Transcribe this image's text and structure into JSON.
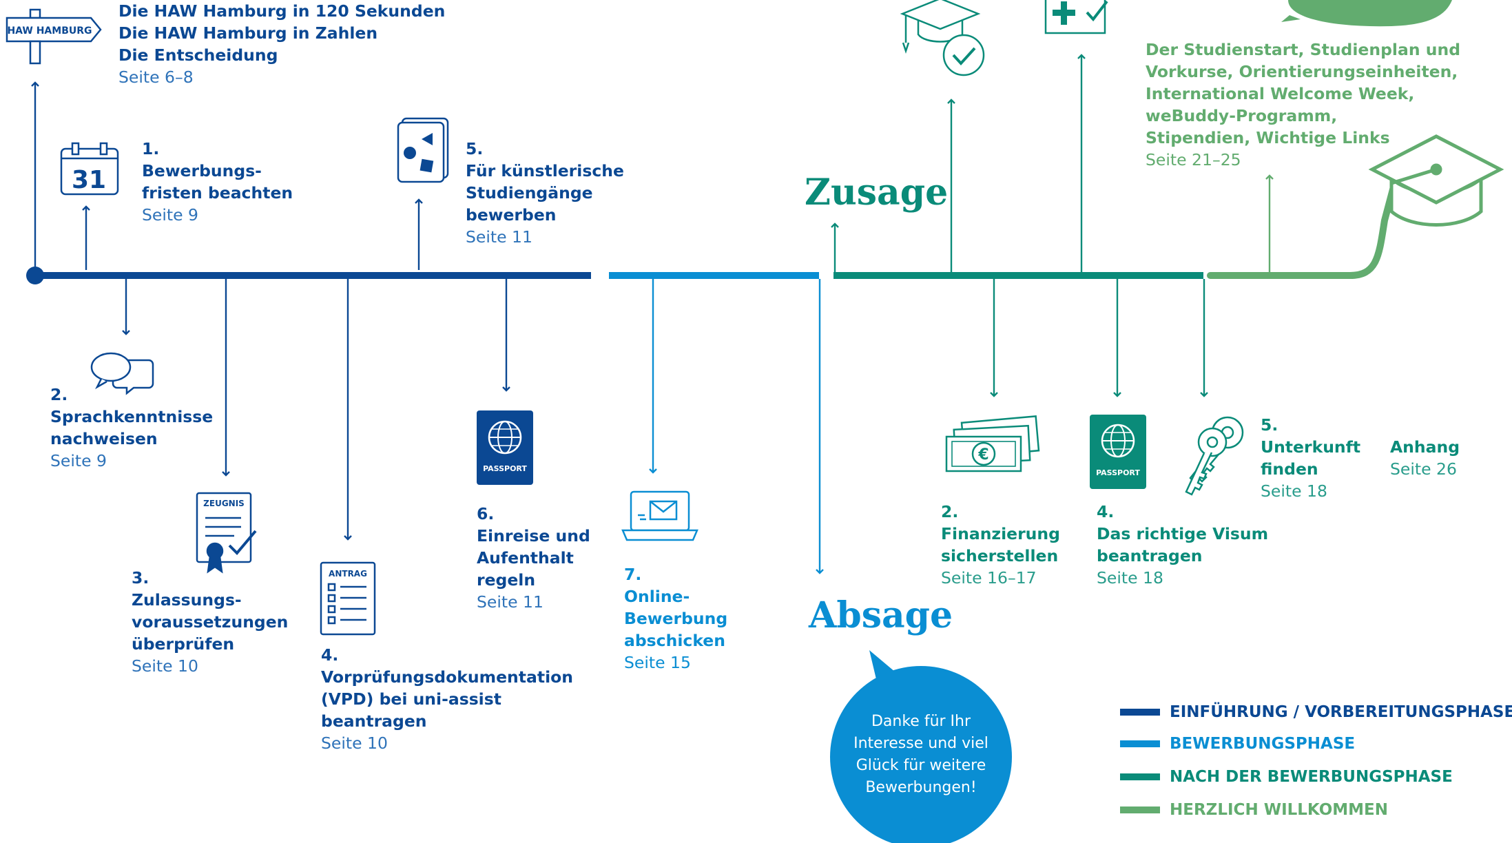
{
  "intro": {
    "sign_label": "HAW HAMBURG",
    "lines": [
      "Die HAW Hamburg in 120 Sekunden",
      "Die HAW Hamburg in Zahlen",
      "Die Entscheidung"
    ],
    "page": "Seite 6–8"
  },
  "preparation": {
    "step1": {
      "number": "1.",
      "lines": [
        "Bewerbungs-",
        "fristen beachten"
      ],
      "page": "Seite 9",
      "calendar_day": "31"
    },
    "step2": {
      "number": "2.",
      "lines": [
        "Sprachkenntnisse",
        "nachweisen"
      ],
      "page": "Seite 9"
    },
    "step3": {
      "number": "3.",
      "lines": [
        "Zulassungs-",
        "voraussetzungen",
        "überprüfen"
      ],
      "page": "Seite 10",
      "doc_label": "ZEUGNIS"
    },
    "step4": {
      "number": "4.",
      "lines": [
        "Vorprüfungsdokumentation",
        "(VPD) bei uni-assist",
        "beantragen"
      ],
      "page": "Seite 10",
      "doc_label": "ANTRAG"
    },
    "step5": {
      "number": "5.",
      "lines": [
        "Für künstlerische",
        "Studiengänge",
        "bewerben"
      ],
      "page": "Seite 11"
    },
    "step6": {
      "number": "6.",
      "lines": [
        "Einreise und",
        "Aufenthalt",
        "regeln"
      ],
      "page": "Seite 11",
      "passport_label": "PASSPORT"
    }
  },
  "application": {
    "step7": {
      "number": "7.",
      "lines": [
        "Online-",
        "Bewerbung",
        "abschicken"
      ],
      "page": "Seite 15"
    }
  },
  "decision": {
    "accept": "Zusage",
    "reject": "Absage",
    "reject_message": "Danke für Ihr Interesse und viel Glück für weitere Bewerbungen!"
  },
  "after": {
    "step2": {
      "number": "2.",
      "lines": [
        "Finanzierung",
        "sicherstellen"
      ],
      "page": "Seite 16–17"
    },
    "step4": {
      "number": "4.",
      "lines": [
        "Das richtige Visum",
        "beantragen"
      ],
      "page": "Seite 18",
      "passport_label": "PASSPORT"
    },
    "step5": {
      "number": "5.",
      "lines": [
        "Unterkunft",
        "finden"
      ],
      "page": "Seite 18"
    },
    "appendix": {
      "title": "Anhang",
      "page": "Seite 26"
    }
  },
  "welcome": {
    "lines": [
      "Der Studienstart, Studienplan und",
      "Vorkurse, Orientierungseinheiten,",
      "International Welcome Week,",
      "weBuddy-Programm,",
      "Stipendien, Wichtige Links"
    ],
    "page": "Seite 21–25"
  },
  "legend": [
    {
      "label": "EINFÜHRUNG / VORBEREITUNGSPHASE",
      "color": "#0b4893"
    },
    {
      "label": "BEWERBUNGSPHASE",
      "color": "#0a8ed3"
    },
    {
      "label": "NACH DER BEWERBUNGSPHASE",
      "color": "#0a8b79"
    },
    {
      "label": "HERZLICH WILLKOMMEN",
      "color": "#62ac6f"
    }
  ],
  "colors": {
    "navy": "#0b4893",
    "blue": "#0a8ed3",
    "teal": "#0a8b79",
    "green": "#62ac6f"
  }
}
